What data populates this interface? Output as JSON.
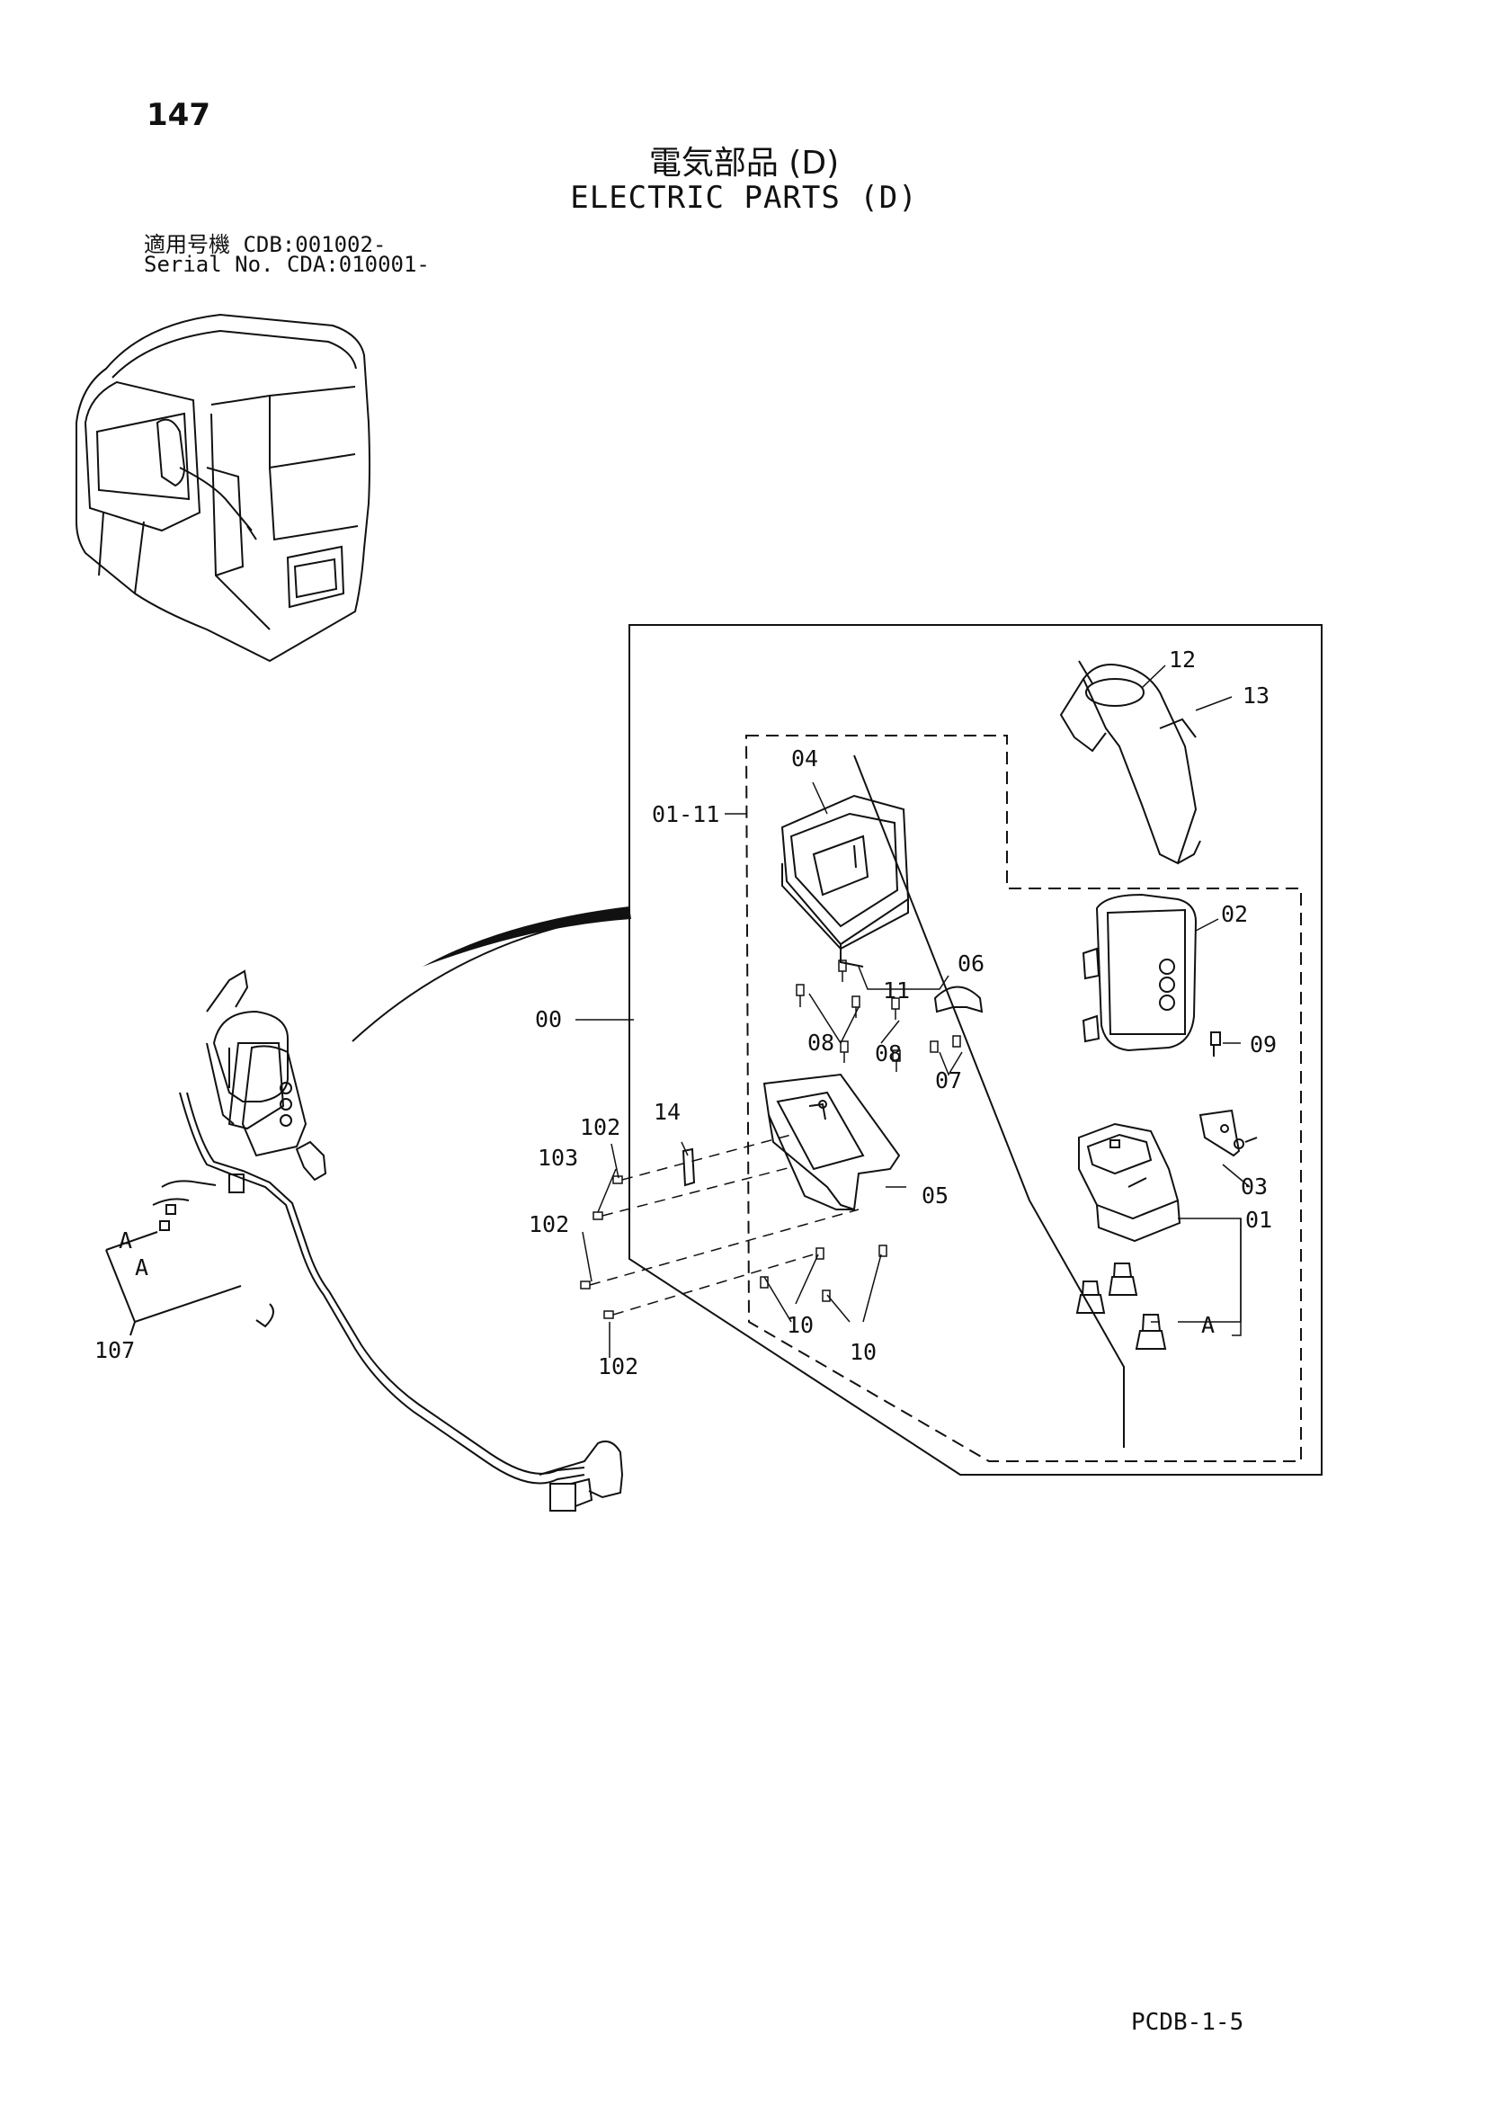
{
  "page_number": "147",
  "title_jp": "電気部品 (D)",
  "title_en": "ELECTRIC PARTS (D)",
  "serial": {
    "line1": "適用号機  CDB:001002-",
    "line2": "Serial No. CDA:010001-"
  },
  "callouts": {
    "c00": "00",
    "c01": "01",
    "c01_11": "01-11",
    "c02": "02",
    "c03": "03",
    "c04": "04",
    "c05": "05",
    "c06": "06",
    "c07": "07",
    "c08a": "08",
    "c08b": "08",
    "c09": "09",
    "c10a": "10",
    "c10b": "10",
    "c11": "11",
    "c12": "12",
    "c13": "13",
    "c14": "14",
    "c102a": "102",
    "c102b": "102",
    "c102c": "102",
    "c103": "103",
    "c107": "107",
    "cA1": "A",
    "cA2": "A",
    "cA3": "A"
  },
  "footer_code": "PCDB-1-5"
}
